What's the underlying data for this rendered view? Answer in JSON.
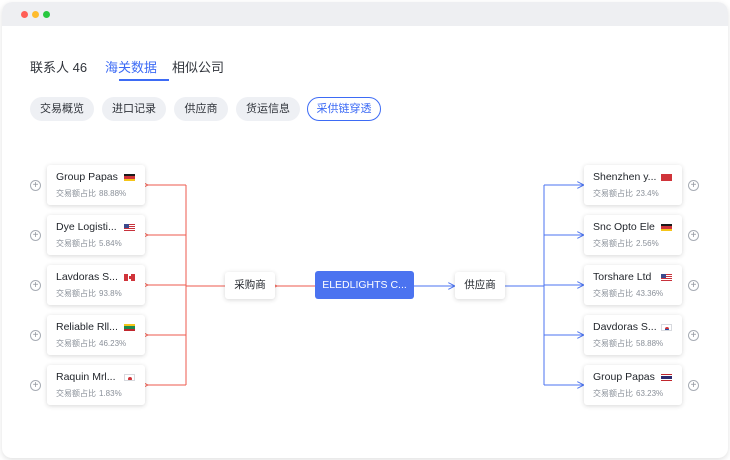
{
  "tabs": [
    {
      "label": "联系人 46",
      "active": false
    },
    {
      "label": "海关数据",
      "active": true
    },
    {
      "label": "相似公司",
      "active": false
    }
  ],
  "subtabs": [
    {
      "label": "交易概览",
      "active": false
    },
    {
      "label": "进口记录",
      "active": false
    },
    {
      "label": "供应商",
      "active": false
    },
    {
      "label": "货运信息",
      "active": false
    },
    {
      "label": "采供链穿透",
      "active": true
    }
  ],
  "center": {
    "label": "ELEDLIGHTS C..."
  },
  "buyer_label": "采购商",
  "supplier_label": "供应商",
  "share_label": "交易额占比",
  "buyers": [
    {
      "name": "Group Papas",
      "share": "88.88%",
      "flag": "de"
    },
    {
      "name": "Dye Logisti...",
      "share": "5.84%",
      "flag": "us"
    },
    {
      "name": "Lavdoras S...",
      "share": "93.8%",
      "flag": "ca"
    },
    {
      "name": "Reliable Rll...",
      "share": "46.23%",
      "flag": "lt"
    },
    {
      "name": "Raquin Mrl...",
      "share": "1.83%",
      "flag": "jp"
    }
  ],
  "suppliers": [
    {
      "name": "Shenzhen y...",
      "share": "23.4%",
      "flag": "cn"
    },
    {
      "name": "Snc Opto Ele",
      "share": "2.56%",
      "flag": "de"
    },
    {
      "name": "Torshare Ltd",
      "share": "43.36%",
      "flag": "us"
    },
    {
      "name": "Davdoras S...",
      "share": "58.88%",
      "flag": "kr"
    },
    {
      "name": "Group Papas",
      "share": "63.23%",
      "flag": "th"
    }
  ],
  "colors": {
    "accent": "#3d6bf5",
    "buyer_line": "#ee5a4e",
    "supplier_line": "#4b73f0"
  },
  "icons": {
    "expand": "plus-circle-icon"
  }
}
